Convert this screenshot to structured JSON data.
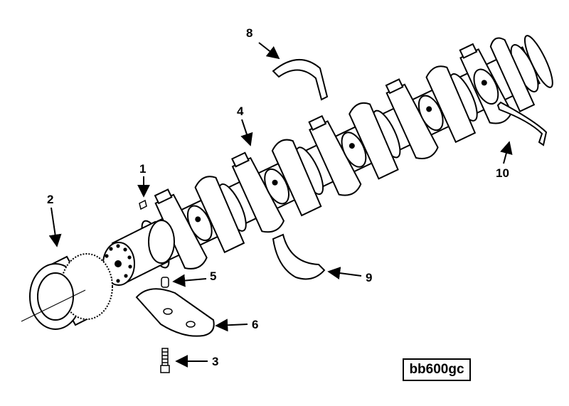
{
  "callouts": {
    "c1": "1",
    "c2": "2",
    "c3": "3",
    "c4": "4",
    "c5": "5",
    "c6": "6",
    "c8": "8",
    "c9": "9",
    "c10": "10"
  },
  "reference_code": "bb600gc",
  "colors": {
    "line": "#000000",
    "paper": "#ffffff"
  }
}
